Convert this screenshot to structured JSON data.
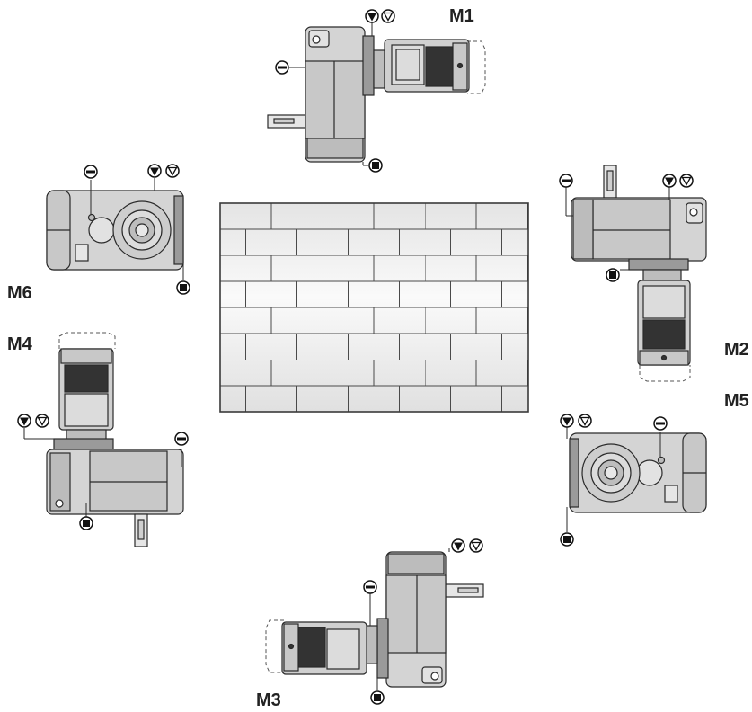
{
  "labels": {
    "m1": "M1",
    "m2": "M2",
    "m3": "M3",
    "m4": "M4",
    "m5": "M5",
    "m6": "M6"
  },
  "colors": {
    "housing": "#d4d4d4",
    "housing_dark": "#9a9a9a",
    "outline": "#2a2a2a",
    "wall_mortar": "#4a4a4a",
    "wall_brick": "#eeeeee",
    "symbol_fill": "#111111"
  },
  "symbols": {
    "vent_filled": "filled-down-triangle",
    "vent_outline": "outline-down-triangle",
    "level": "horizontal-bar-circle",
    "drain": "filled-square-circle"
  }
}
